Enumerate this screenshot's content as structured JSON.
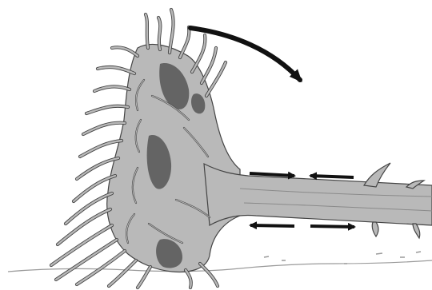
{
  "colors": {
    "background": "#ffffff",
    "wood_fill": "#b9b9b9",
    "wood_dark": "#8a8a8a",
    "outline": "#444444",
    "root_hollow": "#555555",
    "ground": "#9a9a9a",
    "arrow": "#111111"
  },
  "icons": {
    "rotation_arrow": "curved-arrow-clockwise",
    "compression_arrows": "arrows-pointing-inward",
    "tension_arrows": "arrows-pointing-outward"
  }
}
